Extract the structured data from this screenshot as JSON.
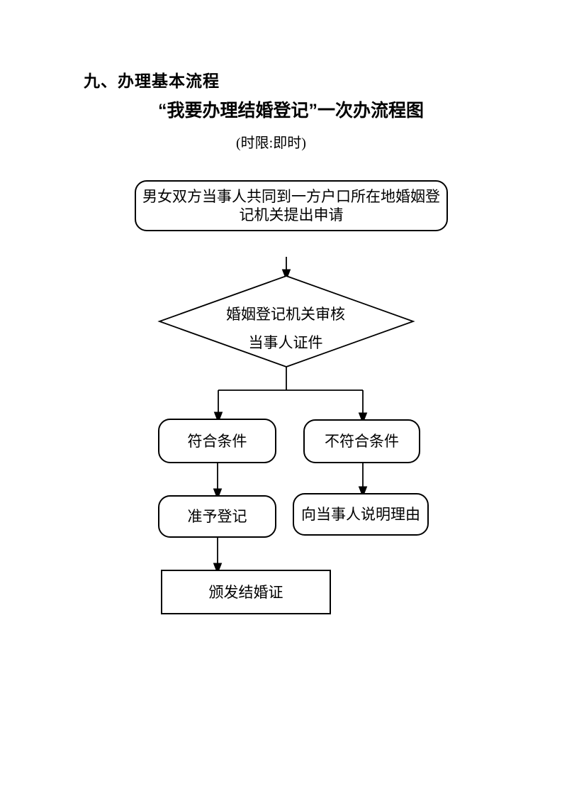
{
  "page": {
    "heading": "九、办理基本流程",
    "subtitle": "“我要办理结婚登记”一次办流程图",
    "time_limit": "(时限:即时)"
  },
  "flowchart": {
    "nodes": {
      "apply": "男女双方当事人共同到一方户口所在地婚姻登记机关提出申请",
      "review_line1": "婚姻登记机关审核",
      "review_line2": "当事人证件",
      "qualified": "符合条件",
      "not_qualified": "不符合条件",
      "approve": "准予登记",
      "explain": "向当事人说明理由",
      "issue": "颁发结婚证"
    },
    "colors": {
      "line": "#000000",
      "fill": "#ffffff",
      "text": "#000000"
    }
  }
}
